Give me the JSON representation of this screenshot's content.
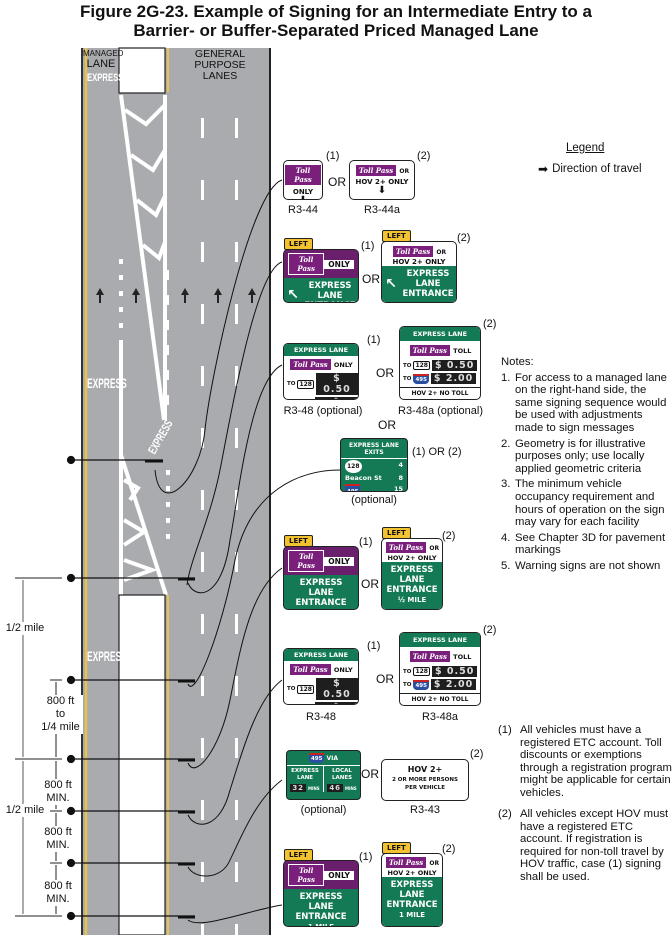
{
  "title": {
    "line1": "Figure 2G-23.  Example of Signing for an Intermediate Entry to a",
    "line2": "Barrier- or Buffer-Separated Priced Managed Lane"
  },
  "road": {
    "managed_lane_label_1": "MANAGED",
    "managed_lane_label_2": "LANE",
    "general_purpose_label": "GENERAL\nPURPOSE\nLANES",
    "pavement_word": "EXPRESS",
    "colors": {
      "pavement": "#a9abae",
      "edge_line": "#e8c24a",
      "marking": "#ffffff"
    }
  },
  "legend": {
    "title": "Legend",
    "item": "Direction of travel"
  },
  "common": {
    "or": "OR",
    "tollpass": "Toll Pass",
    "only": "ONLY",
    "or_small": "OR",
    "hov_only": "HOV 2+ ONLY",
    "left": "LEFT",
    "express": "EXPRESS",
    "lane": "LANE",
    "entrance": "ENTRANCE",
    "express_lane": "EXPRESS LANE",
    "toll": "TOLL",
    "to": "TO",
    "route_128": "128",
    "route_495": "495",
    "price_1": "$ 0.50",
    "price_2": "$ 2.00",
    "hov_no_toll": "HOV 2+ NO TOLL",
    "half_mile": "½ MILE",
    "one_mile": "1 MILE",
    "mark_1": "(1)",
    "mark_2": "(2)"
  },
  "signs": {
    "r3_44": "R3-44",
    "r3_44a": "R3-44a",
    "r3_48_opt": "R3-48 (optional)",
    "r3_48a_opt": "R3-48a (optional)",
    "r3_48": "R3-48",
    "r3_48a": "R3-48a",
    "r3_43": "R3-43",
    "optional": "(optional)",
    "or_between_rows": "OR",
    "exits": {
      "header": "EXPRESS LANE EXITS",
      "rows": [
        {
          "name": "128",
          "dist": "4"
        },
        {
          "name": "Beacon St",
          "dist": "8"
        },
        {
          "name": "495",
          "dist": "15"
        }
      ],
      "marks": "(1) OR (2)"
    },
    "travel_time": {
      "route": "495",
      "via": "VIA",
      "left_title": "EXPRESS\nLANE",
      "right_title": "LOCAL\nLANES",
      "left_time": "32",
      "right_time": "46",
      "unit": "MINS"
    },
    "hov": {
      "line1": "HOV 2+",
      "line2": "2 OR MORE PERSONS",
      "line3": "PER VEHICLE"
    }
  },
  "dimensions": {
    "half_mile_top": "1/2 mile",
    "d800_quarter": "800 ft\nto\n1/4 mile",
    "half_mile_bottom": "1/2 mile",
    "d800_min": "800 ft\nMIN."
  },
  "notes": {
    "title": "Notes:",
    "items": [
      "For access to a managed lane on the right-hand side, the same signing sequence would be used with adjustments made to sign messages",
      "Geometry is for illustrative purposes only; use locally applied geometric criteria",
      "The minimum vehicle occupancy requirement and hours of operation on the sign may vary for each facility",
      "See Chapter 3D for pavement markings",
      "Warning signs are not shown"
    ],
    "numbers": [
      "1.",
      "2.",
      "3.",
      "4.",
      "5."
    ]
  },
  "footnotes": [
    {
      "num": "(1)",
      "text": "All vehicles must have a registered ETC account. Toll discounts or exemptions through a registration program might be applicable for certain vehicles."
    },
    {
      "num": "(2)",
      "text": "All vehicles except HOV must have a registered ETC account.  If registration is required for non-toll travel by HOV traffic, case (1) signing shall be used."
    }
  ]
}
